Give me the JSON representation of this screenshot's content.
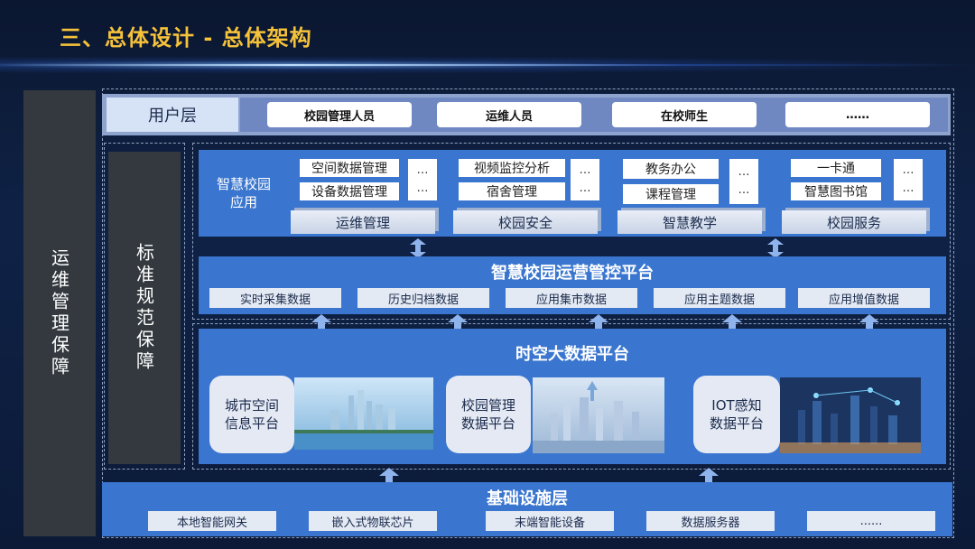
{
  "title": "三、总体设计 - 总体架构",
  "left_bar": "运维管理保障",
  "std_bar": "标准规范保障",
  "user_layer": {
    "label": "用户层",
    "items": [
      "校园管理人员",
      "运维人员",
      "在校师生",
      "……"
    ]
  },
  "app_layer": {
    "label_line1": "智慧校园",
    "label_line2": "应用",
    "groups": [
      {
        "items": [
          "空间数据管理",
          "设备数据管理"
        ],
        "dots": [
          "…",
          "…"
        ],
        "name": "运维管理"
      },
      {
        "items": [
          "视频监控分析",
          "宿舍管理"
        ],
        "dots": [
          "…",
          "…"
        ],
        "name": "校园安全"
      },
      {
        "items": [
          "教务办公",
          "课程管理"
        ],
        "dots": [
          "…",
          "…"
        ],
        "name": "智慧教学"
      },
      {
        "items": [
          "一卡通",
          "智慧图书馆"
        ],
        "dots": [
          "…",
          "…"
        ],
        "name": "校园服务"
      }
    ]
  },
  "ops_platform": {
    "title": "智慧校园运营管控平台",
    "items": [
      "实时采集数据",
      "历史归档数据",
      "应用集市数据",
      "应用主题数据",
      "应用增值数据"
    ]
  },
  "bigdata_platform": {
    "title": "时空大数据平台",
    "cards": [
      {
        "line1": "城市空间",
        "line2": "信息平台"
      },
      {
        "line1": "校园管理",
        "line2": "数据平台"
      },
      {
        "line1": "IOT感知",
        "line2": "数据平台"
      }
    ]
  },
  "infra_layer": {
    "title": "基础设施层",
    "items": [
      "本地智能网关",
      "嵌入式物联芯片",
      "末端智能设备",
      "数据服务器",
      "......"
    ]
  },
  "colors": {
    "accent_title": "#f5c23a",
    "panel_blue": "#3a76cf",
    "dark_bar": "#33393f"
  }
}
